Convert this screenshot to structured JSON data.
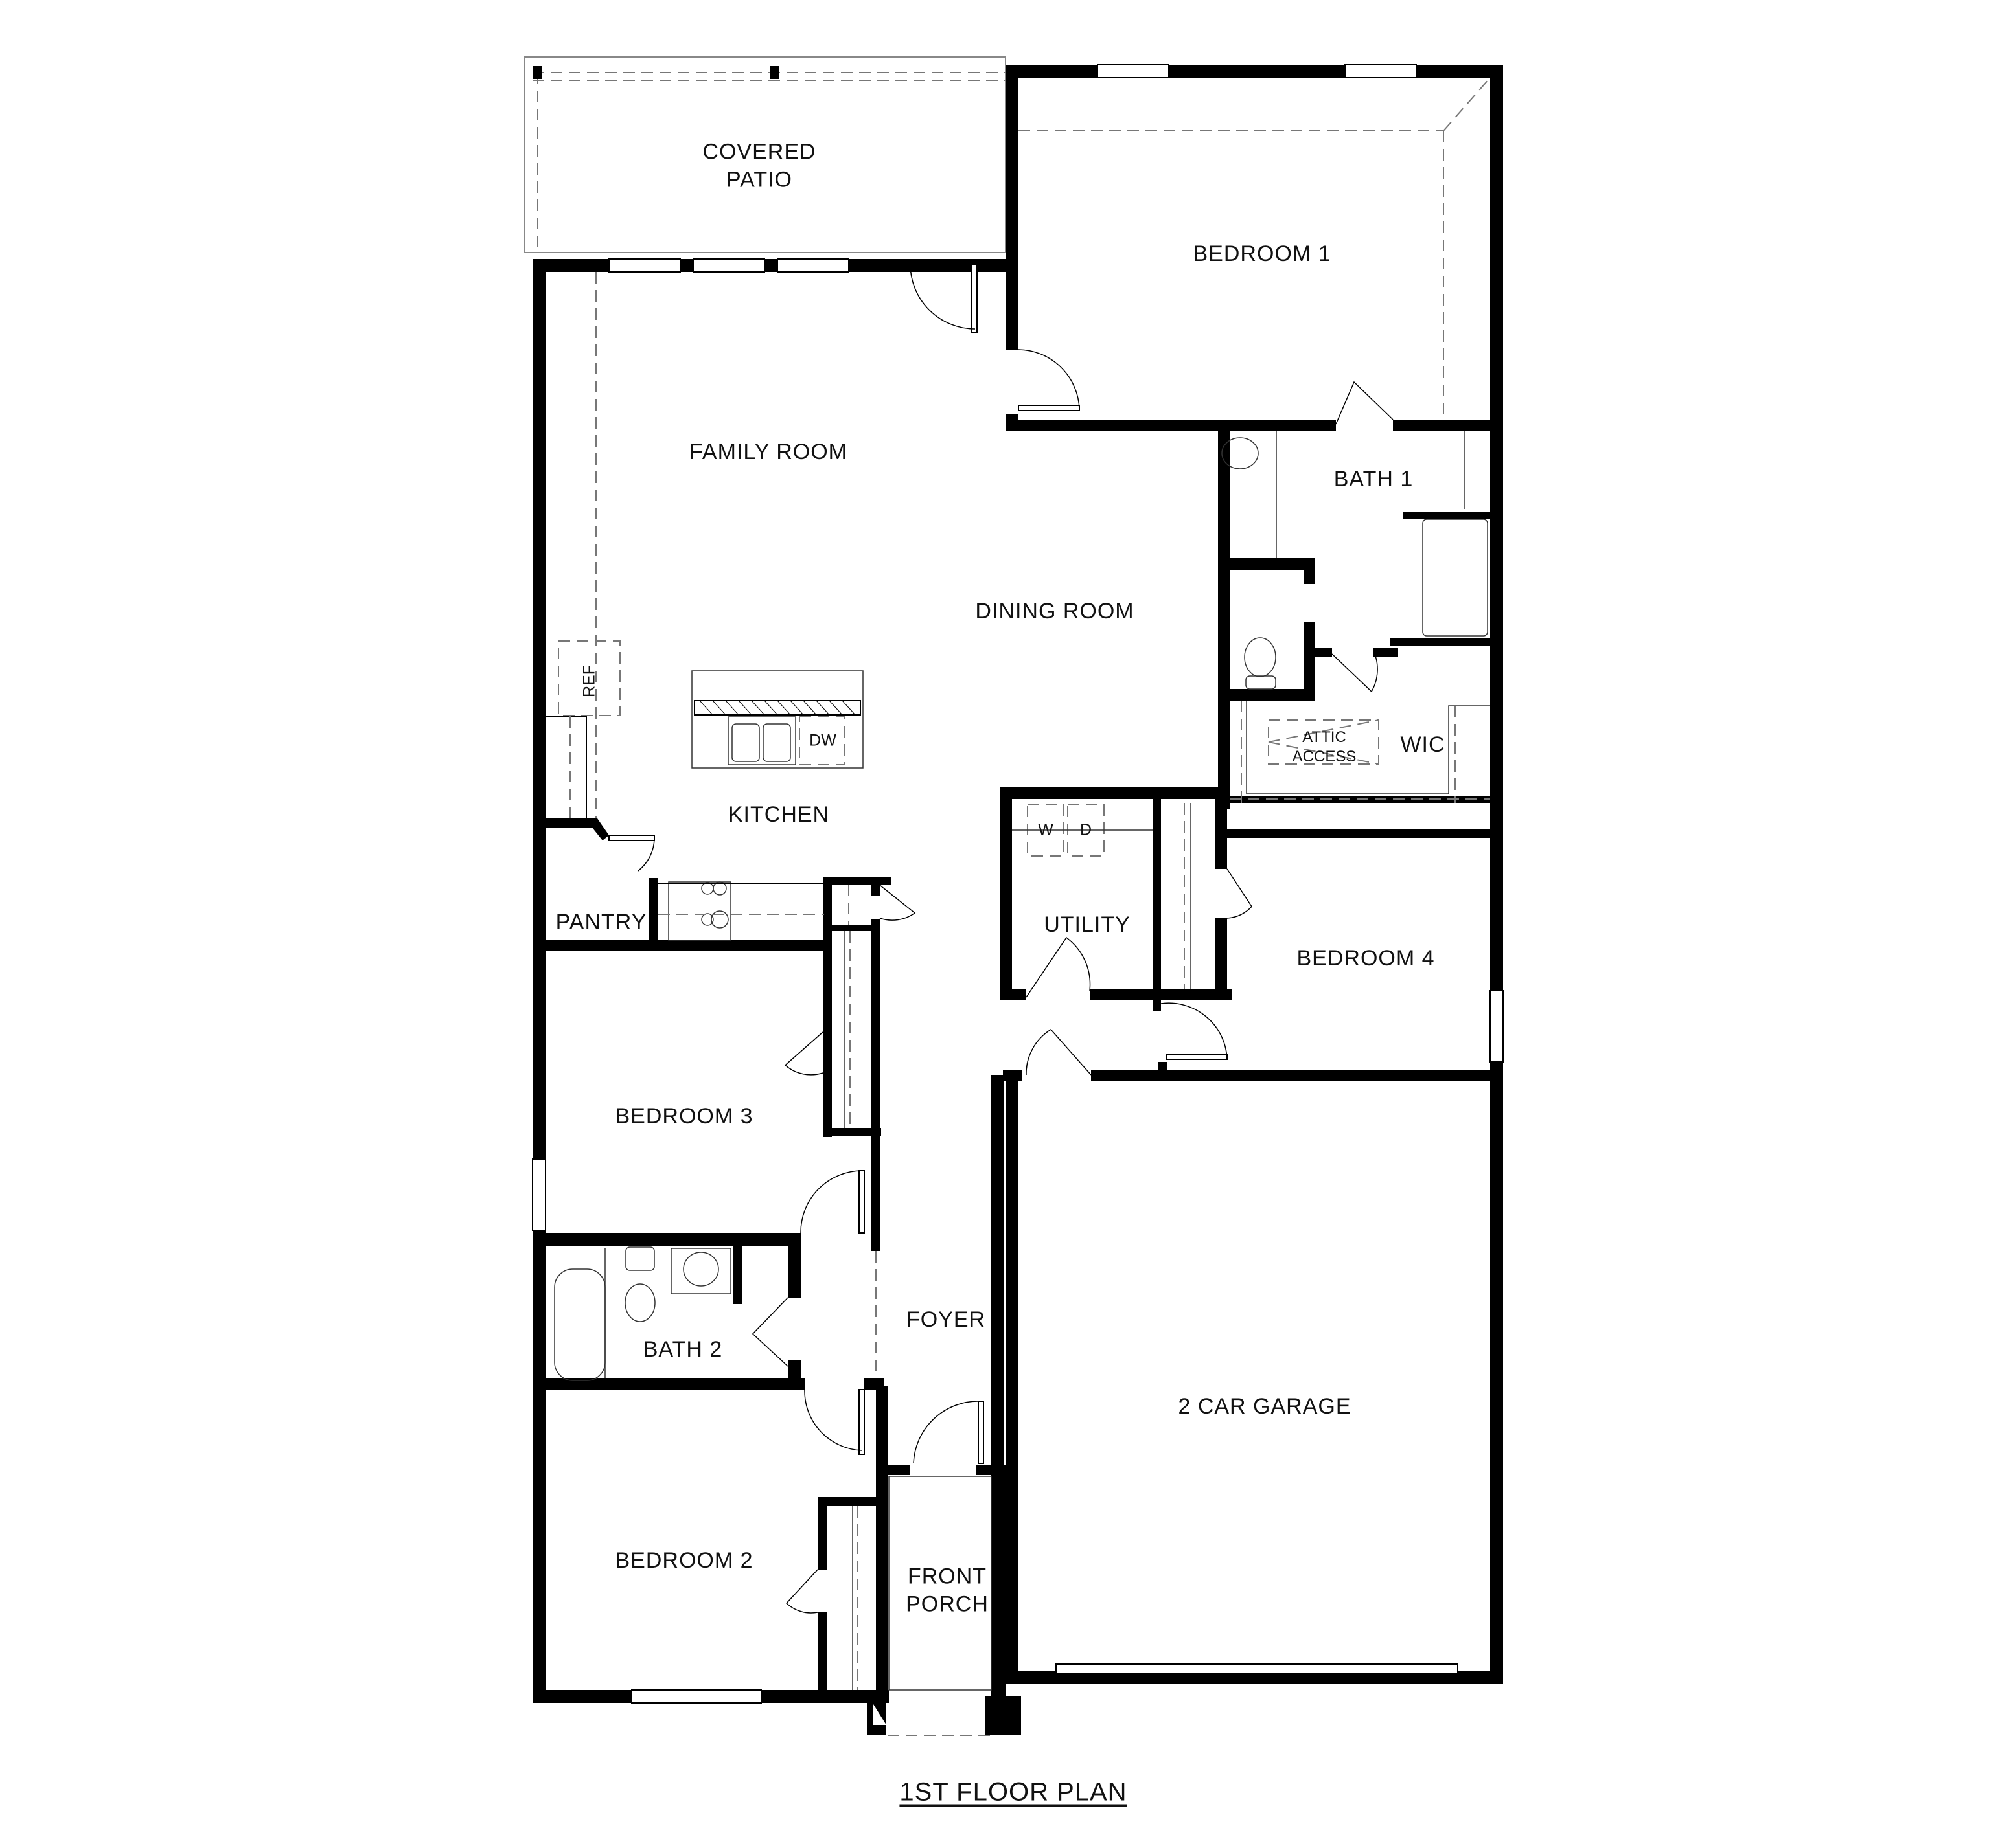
{
  "title": "1ST FLOOR PLAN",
  "colors": {
    "wall": "#000000",
    "background": "#ffffff",
    "dashed": "#777777"
  },
  "rooms": {
    "covered_patio": "COVERED\nPATIO",
    "bedroom_1": "BEDROOM 1",
    "family_room": "FAMILY ROOM",
    "bath_1": "BATH 1",
    "dining_room": "DINING ROOM",
    "wic": "WIC",
    "attic_access": "ATTIC\nACCESS",
    "kitchen": "KITCHEN",
    "pantry": "PANTRY",
    "utility": "UTILITY",
    "bedroom_4": "BEDROOM 4",
    "bedroom_3": "BEDROOM 3",
    "bath_2": "BATH 2",
    "foyer": "FOYER",
    "two_car_garage": "2 CAR GARAGE",
    "bedroom_2": "BEDROOM 2",
    "front_porch": "FRONT\nPORCH"
  },
  "fixtures": {
    "refrigerator": "REF",
    "dishwasher": "DW",
    "washer": "W",
    "dryer": "D"
  }
}
